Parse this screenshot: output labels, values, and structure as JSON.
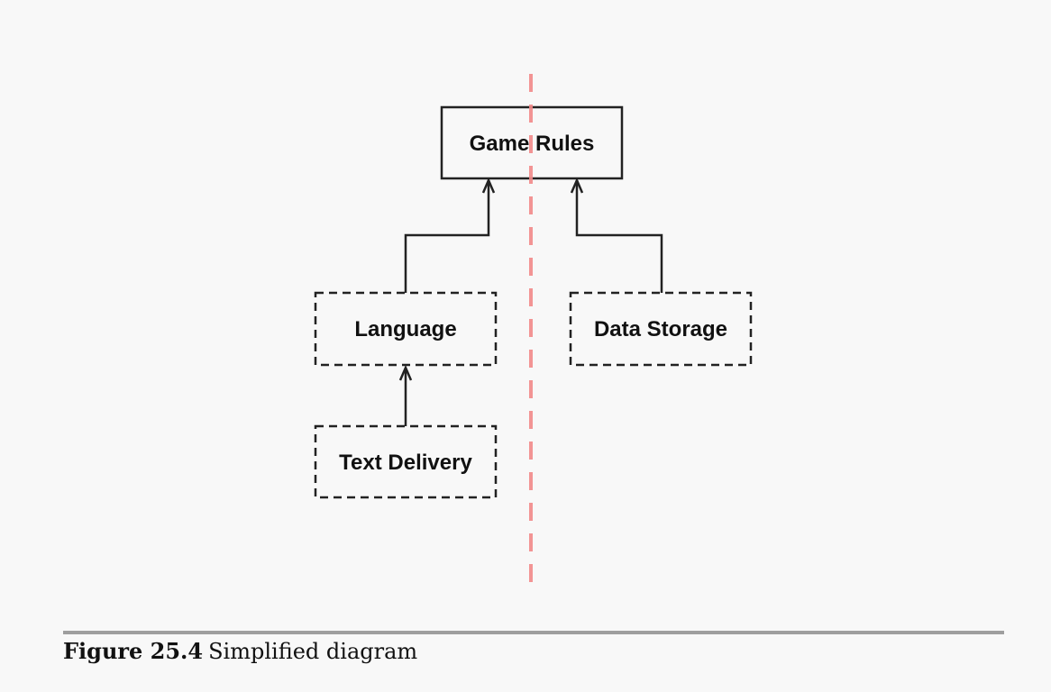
{
  "diagram": {
    "nodes": [
      {
        "id": "game-rules",
        "label": "Game Rules",
        "style": "solid"
      },
      {
        "id": "language",
        "label": "Language",
        "style": "dashed"
      },
      {
        "id": "data-storage",
        "label": "Data Storage",
        "style": "dashed"
      },
      {
        "id": "text-delivery",
        "label": "Text Delivery",
        "style": "dashed"
      }
    ],
    "edges": [
      {
        "from": "language",
        "to": "game-rules",
        "arrow": "open"
      },
      {
        "from": "data-storage",
        "to": "game-rules",
        "arrow": "open"
      },
      {
        "from": "text-delivery",
        "to": "language",
        "arrow": "open"
      }
    ],
    "boundary": {
      "style": "dashed",
      "color": "#f28a8a"
    }
  },
  "caption": {
    "number": "Figure 25.4",
    "text": "Simplified diagram"
  }
}
